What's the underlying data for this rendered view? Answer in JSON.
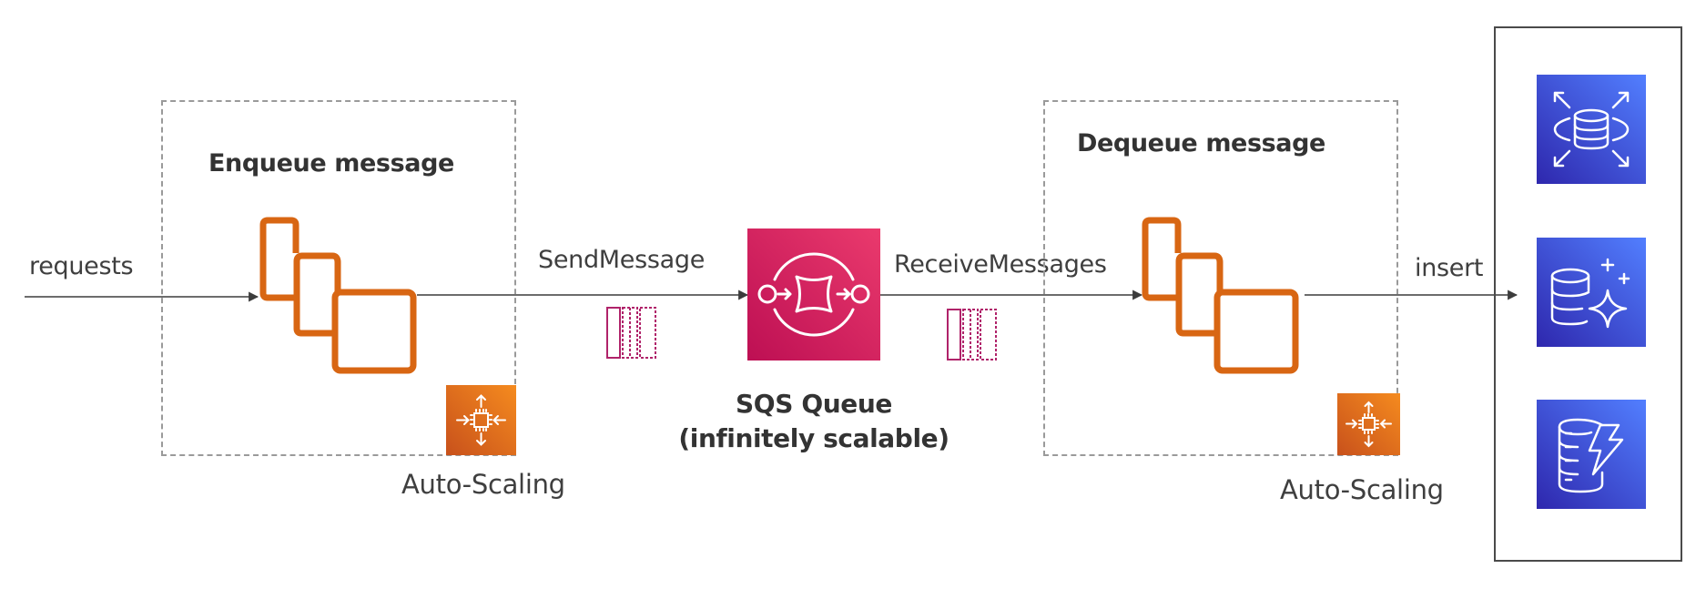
{
  "diagram": {
    "producer": {
      "title": "Enqueue message",
      "scaling_label": "Auto-Scaling",
      "icon": "ec2-instances-icon",
      "scaling_icon": "auto-scaling-icon"
    },
    "consumer": {
      "title": "Dequeue message",
      "scaling_label": "Auto-Scaling",
      "icon": "ec2-instances-icon",
      "scaling_icon": "auto-scaling-icon"
    },
    "queue": {
      "name": "SQS Queue",
      "subtitle": "(infinitely scalable)",
      "icon": "sqs-icon"
    },
    "edges": {
      "incoming": "requests",
      "send": "SendMessage",
      "receive": "ReceiveMessages",
      "insert": "insert"
    },
    "databases": [
      {
        "icon": "rds-icon"
      },
      {
        "icon": "aurora-icon"
      },
      {
        "icon": "dynamodb-icon"
      }
    ],
    "colors": {
      "compute_orange": "#D86613",
      "scaling_orange_dark": "#C8511B",
      "scaling_orange_light": "#F58B1F",
      "sqs_dark": "#BD0F53",
      "sqs_light": "#EA3A6D",
      "db_dark": "#2E27AD",
      "db_light": "#527FFF",
      "message_pink": "#B0236A",
      "line": "#3c3c3c"
    }
  }
}
